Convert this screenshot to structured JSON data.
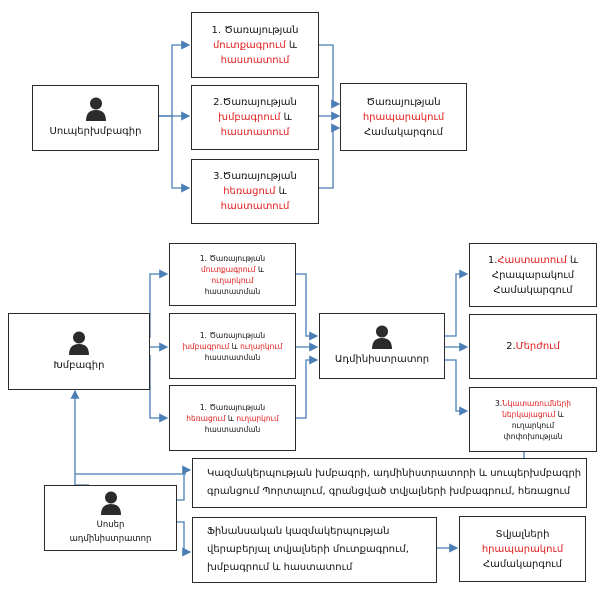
{
  "super_editor": {
    "label": "Սուպերխմբագիր"
  },
  "editor": {
    "label": "Խմբագիր"
  },
  "admin": {
    "label": "Ադմինիստրատոր"
  },
  "system_admin": {
    "line1": "Սոսեր",
    "line2": "ադմինիստրատոր"
  },
  "top_actions": [
    {
      "l1": "1. Ծառայության",
      "l2": "մուտքագրում",
      "l2b": " և",
      "l3": "հաստատում"
    },
    {
      "l1": "2.Ծառայության",
      "l2": "խմբագրում",
      "l2b": " և",
      "l3": "հաստատում"
    },
    {
      "l1": "3.Ծառայության",
      "l2": "հեռացում",
      "l2b": " և",
      "l3": "հաստատում"
    }
  ],
  "top_result": {
    "l1": "Ծառայության",
    "l2": "հրապարակում",
    "l3": "Համակարգում"
  },
  "editor_actions": [
    {
      "l1": "1. Ծառայության",
      "l2a": "մուտքագրում",
      "l2b": " և ",
      "l2c": "",
      "l3": "ուղարկում",
      "l4": "հաստատման"
    },
    {
      "l1": "1. Ծառայության",
      "l2a": "խմբագրում",
      "l2b": " և ",
      "l2c": "ուղարկում",
      "l3": "",
      "l4": "հաստատման"
    },
    {
      "l1": "1. Ծառայության",
      "l2a": "հեռացում",
      "l2b": " և ",
      "l2c": "ուղարկում",
      "l3": "",
      "l4": "հաստատման"
    }
  ],
  "admin_results": [
    {
      "l1a": "1.",
      "l1b": "Հաստատում",
      "l1c": " և",
      "l2": "Հրապարակում",
      "l3": "Համակարգում"
    },
    {
      "l1a": "2.",
      "l1b": "Մերժում"
    },
    {
      "l1a": "3.",
      "l1b": "Նկատառումների",
      "l2a": "ներկայացում",
      "l2b": " և",
      "l3": "ուղարկում",
      "l4": "փոփոխության"
    }
  ],
  "sysadmin_notes": {
    "org": {
      "l1": "Կազմակերպության խմբագրի, ադմինիստրատորի և սուպերխմբագրի",
      "l2": "գրանցում Պորտալում, գրանցված տվյալների խմբագրում, հեռացում"
    },
    "fin": {
      "l1": "Ֆինանսական կազմակերպության",
      "l2": "վերաբերյալ տվյալների մուտքագրում,",
      "l3": "խմբագրում և հաստատում"
    }
  },
  "data_publish": {
    "l1": "Տվյալների",
    "l2": "հրապարակում",
    "l3": "Համակարգում"
  },
  "colors": {
    "arrow": "#4a7eb5",
    "accent_text": "#e21b1b",
    "border": "#2a2a2a"
  }
}
